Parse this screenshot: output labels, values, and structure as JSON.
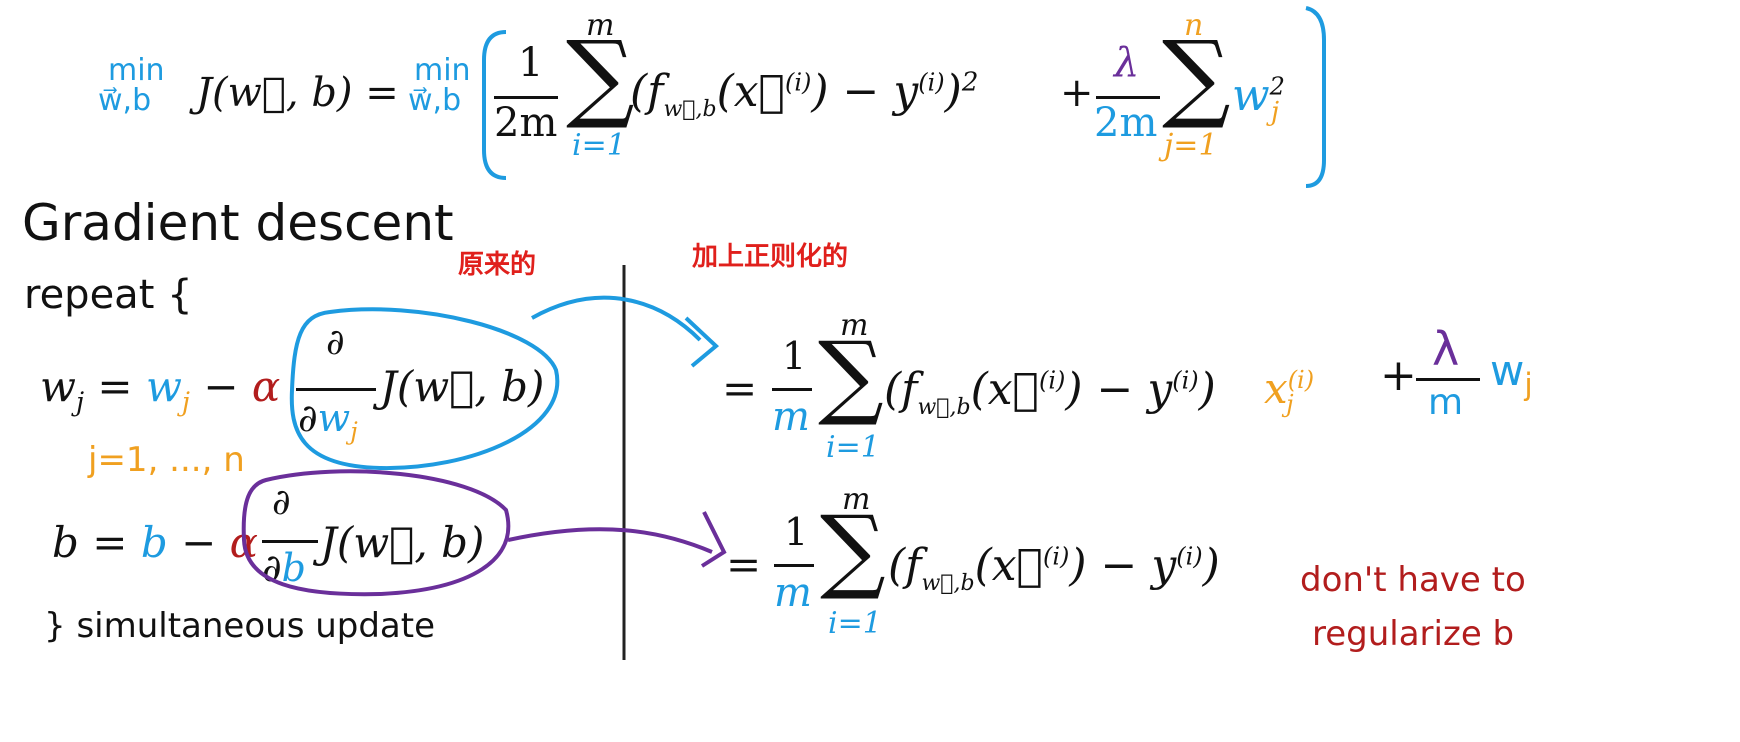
{
  "cost": {
    "min_word": "min",
    "min_args": "w⃗,b",
    "lhs": "J(w⃗, b) =",
    "frac1_num": "1",
    "frac1_den": "2m",
    "sum1_top": "m",
    "sum1_bottom": "i=1",
    "sum1_body": "(f",
    "f_sub": "w⃗,b",
    "sum1_arg": "(x⃗",
    "sup_i": "(i)",
    "minus_y": ") − y",
    "close_sq": ")",
    "square": "2",
    "plus": "+",
    "lambda": "λ",
    "frac2_den": "2m",
    "sum2_top": "n",
    "sum2_bottom": "j=1",
    "w_j": "w",
    "j_sub": "j",
    "w_sq": "2"
  },
  "section": {
    "title": "Gradient descent",
    "repeat": "repeat {",
    "close": "} simultaneous update",
    "note_original": "原来的",
    "note_regularized": "加上正则化的"
  },
  "left": {
    "w_update": "w",
    "j": "j",
    "eq": "=",
    "wj_blue": "w",
    "minus": "−",
    "alpha": "α",
    "partial": "∂",
    "d_w": "∂w",
    "J_wb": "J(w⃗, b)",
    "j_range": "j=1, ..., n",
    "b_update": "b",
    "b_blue": "b",
    "d_b": "∂b"
  },
  "right": {
    "eq": "=",
    "one": "1",
    "m": "m",
    "sum_top": "m",
    "sum_bottom": "i=1",
    "body_f": "(f",
    "f_sub": "w⃗,b",
    "x_arg": "(x⃗",
    "sup_i": "(i)",
    "minus_y": ") − y",
    "close": ")",
    "x_j": "x",
    "x_sub": "j",
    "x_sup": "(i)",
    "plus": "+",
    "lambda": "λ",
    "lambda_den": "m",
    "w_reg": "w",
    "w_reg_sub": "j",
    "note_b1": "don't have to",
    "note_b2": "regularize b"
  }
}
